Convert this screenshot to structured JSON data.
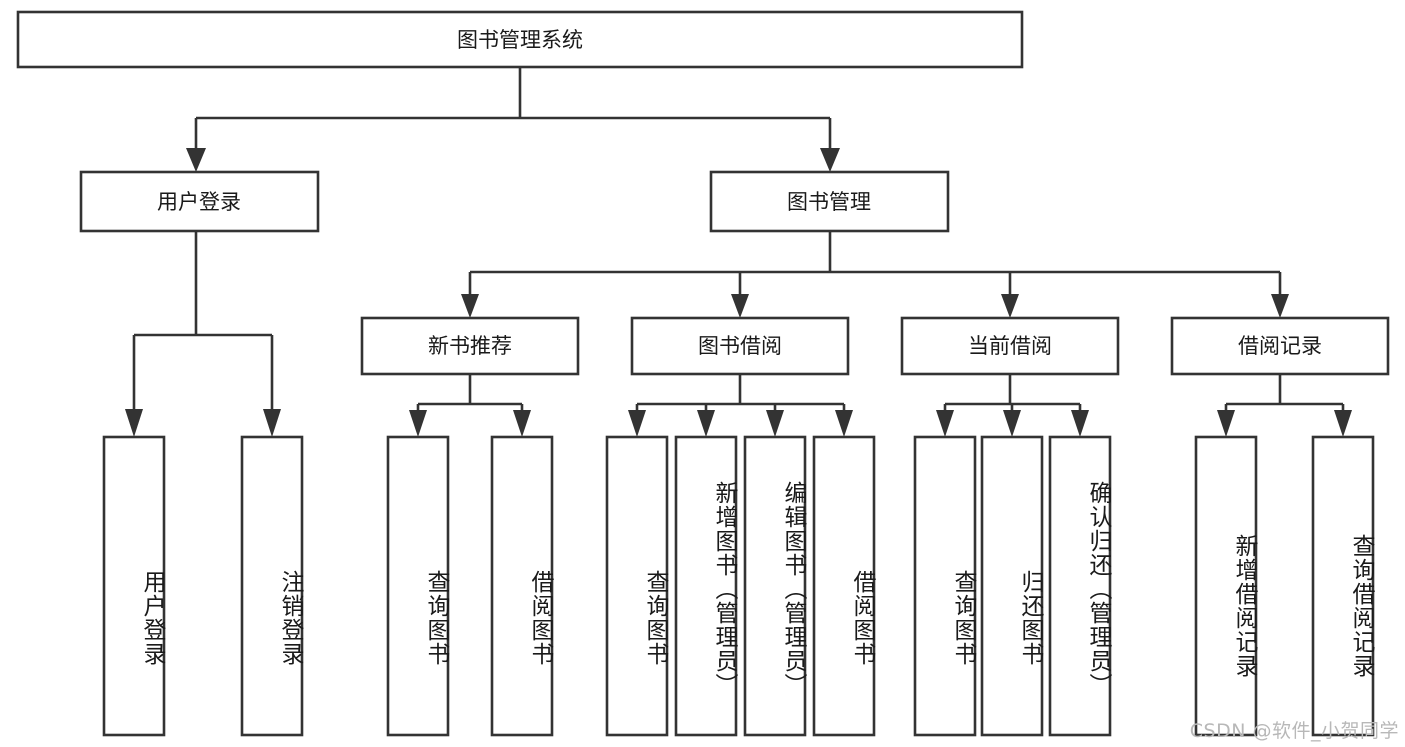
{
  "diagram": {
    "type": "tree",
    "title": "图书管理系统",
    "watermark": "CSDN @软件_小贺同学",
    "colors": {
      "box_stroke": "#333333",
      "box_fill": "#ffffff",
      "text": "#1a1a1a",
      "background": "#ffffff",
      "watermark": "#b8b8b8"
    },
    "root": {
      "label": "图书管理系统"
    },
    "level2": [
      {
        "label": "用户登录"
      },
      {
        "label": "图书管理"
      }
    ],
    "level3": [
      {
        "label": "新书推荐"
      },
      {
        "label": "图书借阅"
      },
      {
        "label": "当前借阅"
      },
      {
        "label": "借阅记录"
      }
    ],
    "leaves": {
      "user_login": [
        {
          "label": "用户登录"
        },
        {
          "label": "注销登录"
        }
      ],
      "new_book_recommend": [
        {
          "label": "查询图书"
        },
        {
          "label": "借阅图书"
        }
      ],
      "book_borrow": [
        {
          "label": "查询图书"
        },
        {
          "label": "新增图书（管理员）"
        },
        {
          "label": "编辑图书（管理员）"
        },
        {
          "label": "借阅图书"
        }
      ],
      "current_borrow": [
        {
          "label": "查询图书"
        },
        {
          "label": "归还图书"
        },
        {
          "label": "确认归还（管理员）"
        }
      ],
      "borrow_record": [
        {
          "label": "新增借阅记录"
        },
        {
          "label": "查询借阅记录"
        }
      ]
    }
  }
}
